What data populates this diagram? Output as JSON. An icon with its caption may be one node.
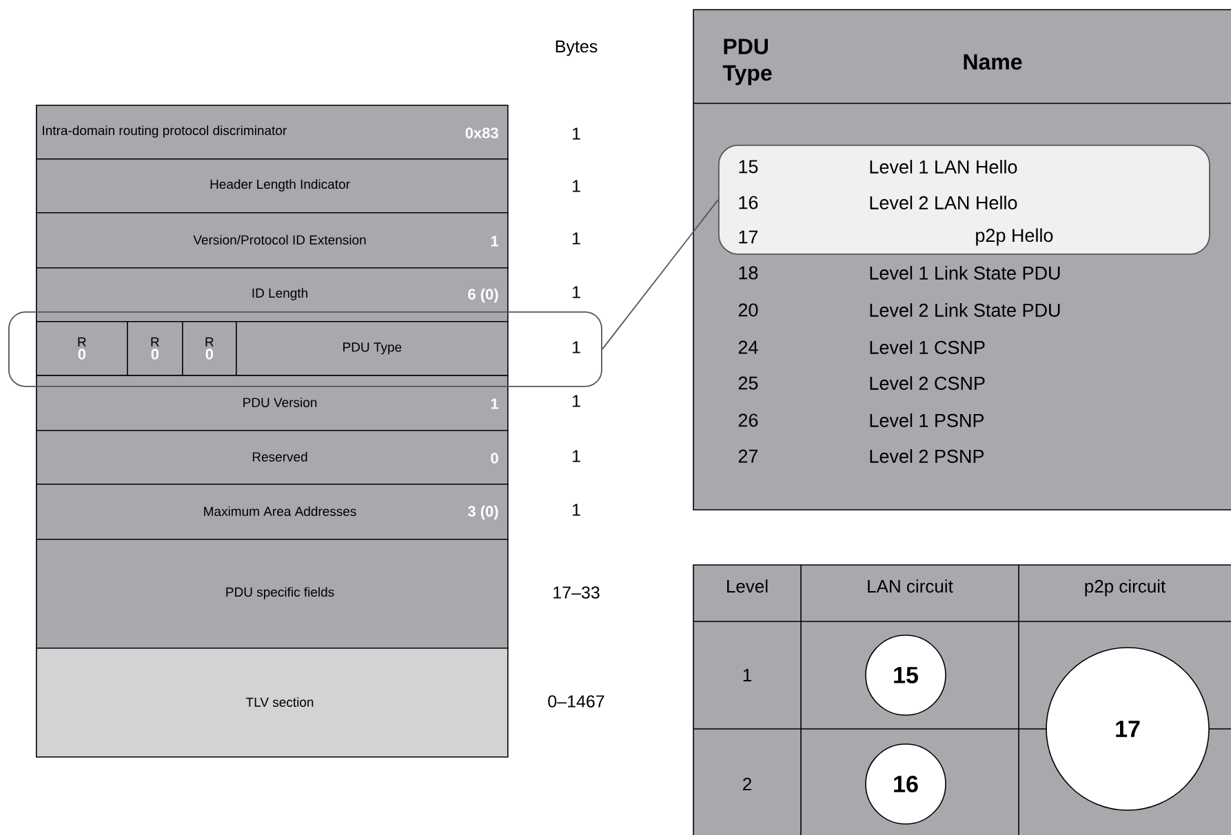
{
  "diagram": {
    "nodes": [
      {
        "text": [
          "Intra-domain routing protocol discriminator",
          "0x83"
        ]
      },
      {
        "text": [
          "Header Length Indicator"
        ]
      },
      {
        "text": [
          "Version/Protocol ID Extension",
          "1"
        ]
      },
      {
        "text": [
          "ID Length",
          "6 (0)"
        ]
      },
      {
        "text": [],
        "shape": "box"
      },
      {
        "text": [
          "R",
          "0"
        ],
        "in": 4
      },
      {
        "text": [
          "R",
          "0"
        ],
        "in": 4
      },
      {
        "text": [
          "R",
          "0"
        ],
        "in": 4
      },
      {
        "text": [
          "PDU Type"
        ],
        "in": 4
      },
      {
        "text": [
          "PDU Version",
          "1"
        ]
      },
      {
        "text": [
          "Reserved",
          "0"
        ]
      },
      {
        "text": [
          "Maximum Area Addresses",
          "3 (0)"
        ]
      },
      {
        "text": [
          "PDU specific fields"
        ]
      },
      {
        "text": [
          "TLV section"
        ]
      },
      {
        "text": [
          "15",
          "Level 1 LAN Hello",
          "16",
          "Level 2 LAN Hello",
          "17",
          "p2p Hello"
        ]
      },
      {
        "text": [
          "15"
        ]
      },
      {
        "text": [
          "16"
        ]
      },
      {
        "text": [
          "17"
        ]
      }
    ],
    "edges": [
      {
        "from": 4,
        "to": 14,
        "arrow": "none"
      }
    ],
    "labels": [
      "Bytes",
      "1",
      "1",
      "1",
      "1",
      "1",
      "1",
      "1",
      "1",
      "17–33",
      "0–1467",
      "PDU Type",
      "Name",
      "18",
      "Level 1 Link State PDU",
      "20",
      "Level 2 Link State PDU",
      "24",
      "Level 1 CSNP",
      "25",
      "Level 2 CSNP",
      "26",
      "Level 1 PSNP",
      "27",
      "Level 2 PSNP",
      "Level",
      "LAN circuit",
      "p2p circuit",
      "1",
      "2"
    ]
  }
}
